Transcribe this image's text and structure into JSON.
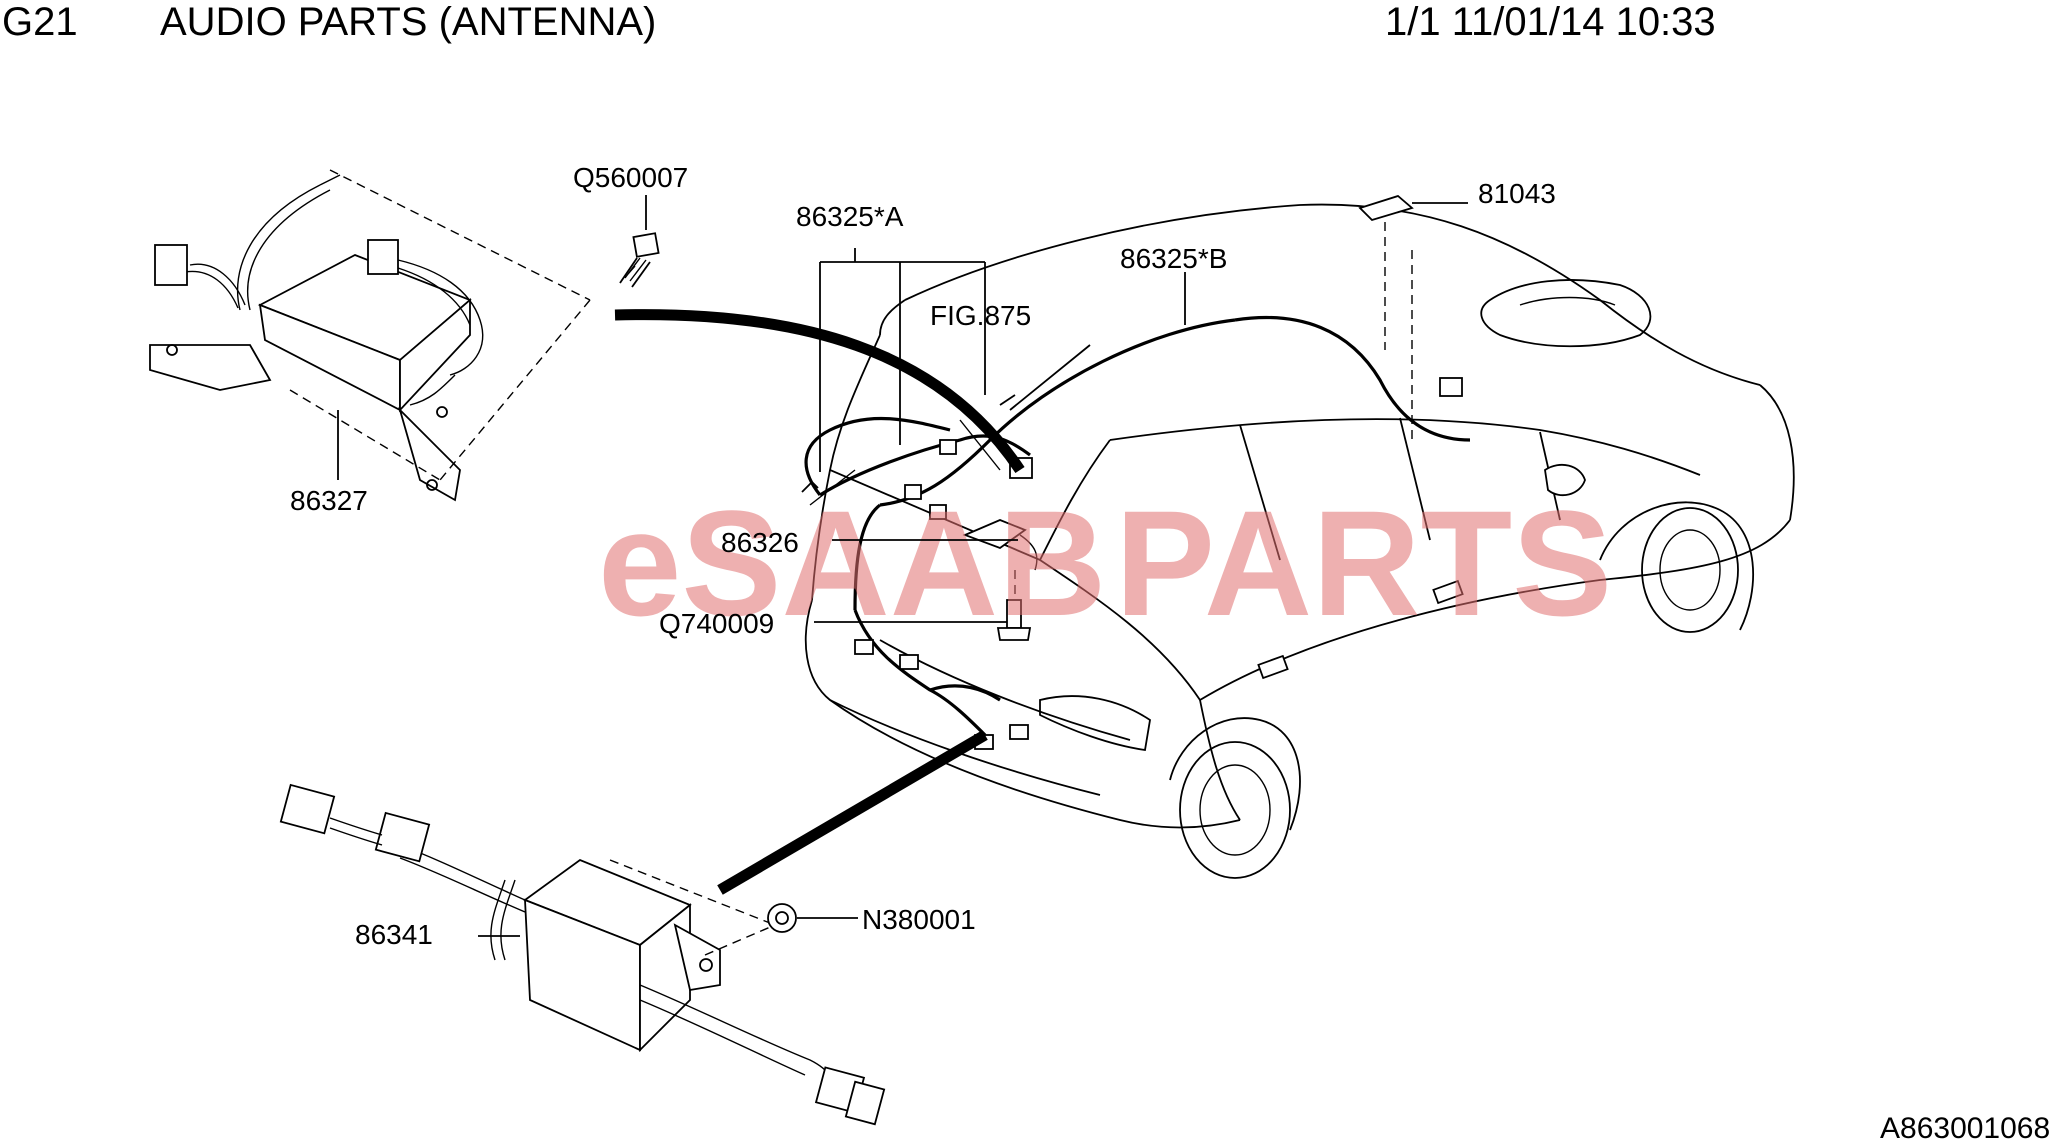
{
  "header": {
    "code": "G21",
    "title": "AUDIO PARTS (ANTENNA)",
    "page_info": "1/1 11/01/14 10:33"
  },
  "labels": {
    "q560007": "Q560007",
    "p86325a": "86325*A",
    "fig875": "FIG.875",
    "p86325b": "86325*B",
    "p81043": "81043",
    "p86327": "86327",
    "p86326": "86326",
    "q740009": "Q740009",
    "p86341": "86341",
    "n380001": "N380001"
  },
  "watermark": {
    "left_text": "eSAAB",
    "right_text": "PARTS",
    "color": "#e07070"
  },
  "diagram_id": "A863001068"
}
